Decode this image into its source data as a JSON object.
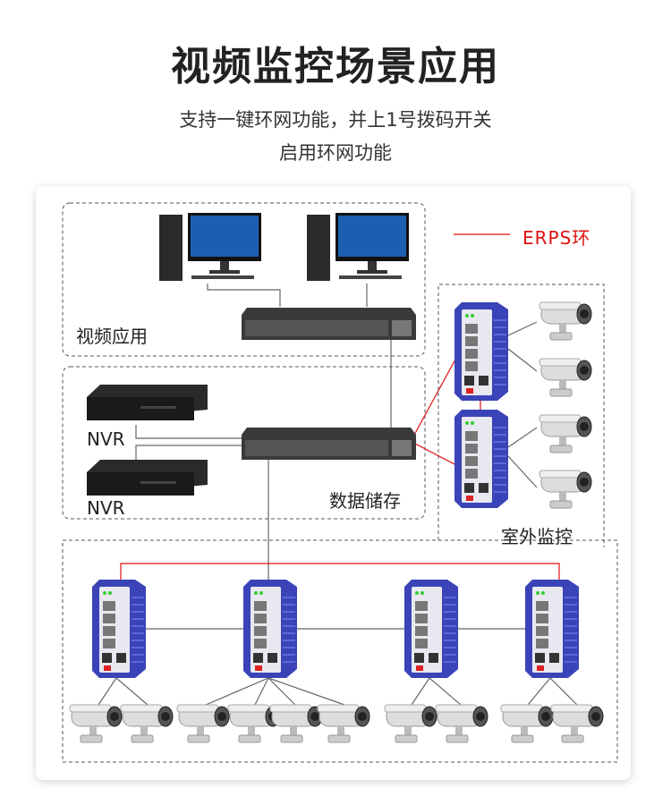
{
  "title": "视频监控场景应用",
  "subtitle": [
    "支持一键环网功能，并上1号拨码开关",
    "启用环网功能"
  ],
  "legend": {
    "label": "ERPS环",
    "color": "#e01010"
  },
  "groups": {
    "video_app": "视频应用",
    "storage": "数据储存",
    "outdoor": "室外监控"
  },
  "nvr_labels": [
    "NVR",
    "NVR"
  ],
  "colors": {
    "device_blue": "#3a44b8",
    "cable": "#666666",
    "ring": "#e01010"
  }
}
